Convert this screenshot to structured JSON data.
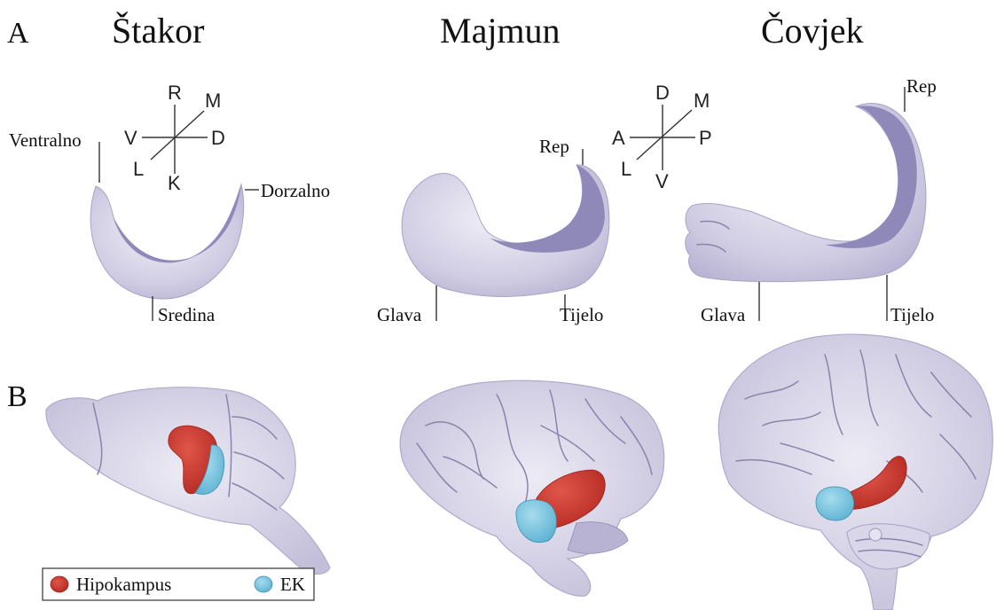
{
  "panels": {
    "a": "A",
    "b": "B"
  },
  "species": {
    "rat": "Štakor",
    "monkey": "Majmun",
    "human": "Čovjek"
  },
  "rat_labels": {
    "ventral": "Ventralno",
    "dorsal": "Dorzalno",
    "middle": "Sredina"
  },
  "rat_axes": {
    "up": "R",
    "down": "K",
    "left": "V",
    "right": "D",
    "upright": "M",
    "lowleft": "L"
  },
  "monkey_labels": {
    "tail": "Rep",
    "head": "Glava",
    "body": "Tijelo"
  },
  "primate_axes": {
    "up": "D",
    "down": "V",
    "left": "A",
    "right": "P",
    "upright": "M",
    "lowleft": "L"
  },
  "human_labels": {
    "tail": "Rep",
    "head": "Glava",
    "body": "Tijelo"
  },
  "legend": {
    "hippocampus": "Hipokampus",
    "ek": "EK"
  },
  "colors": {
    "hippocampus": "#c9302c",
    "ek": "#6fc0dc",
    "tissue": "#c9c6dc",
    "tissue_dark": "#8f89b9"
  }
}
